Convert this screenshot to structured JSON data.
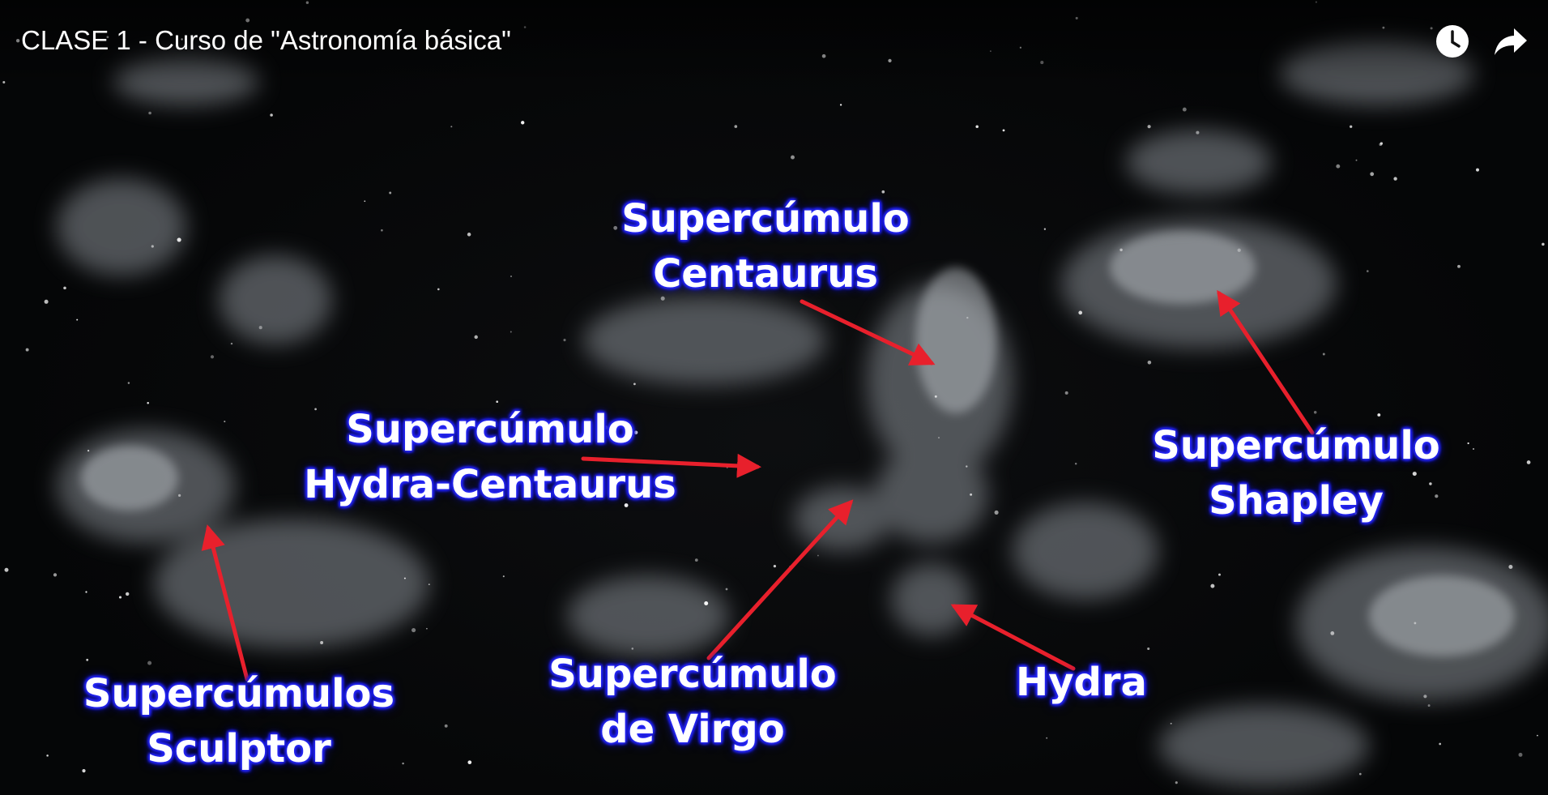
{
  "player": {
    "title": "CLASE 1 - Curso de \"Astronomía básica\"",
    "watch_later_icon": "clock-icon",
    "share_icon": "share-arrow-icon"
  },
  "labels": {
    "centaurus": [
      "Supercúmulo",
      "Centaurus"
    ],
    "hydra_centaurus": [
      "Supercúmulo",
      "Hydra-Centaurus"
    ],
    "shapley": [
      "Supercúmulo",
      "Shapley"
    ],
    "sculptor": [
      "Supercúmulos",
      "Sculptor"
    ],
    "virgo": [
      "Supercúmulo",
      "de Virgo"
    ],
    "hydra": [
      "Hydra"
    ]
  },
  "colors": {
    "label_text": "#ffffff",
    "label_glow": "#2a2cff",
    "arrow": "#e8202c",
    "background": "#050607"
  }
}
